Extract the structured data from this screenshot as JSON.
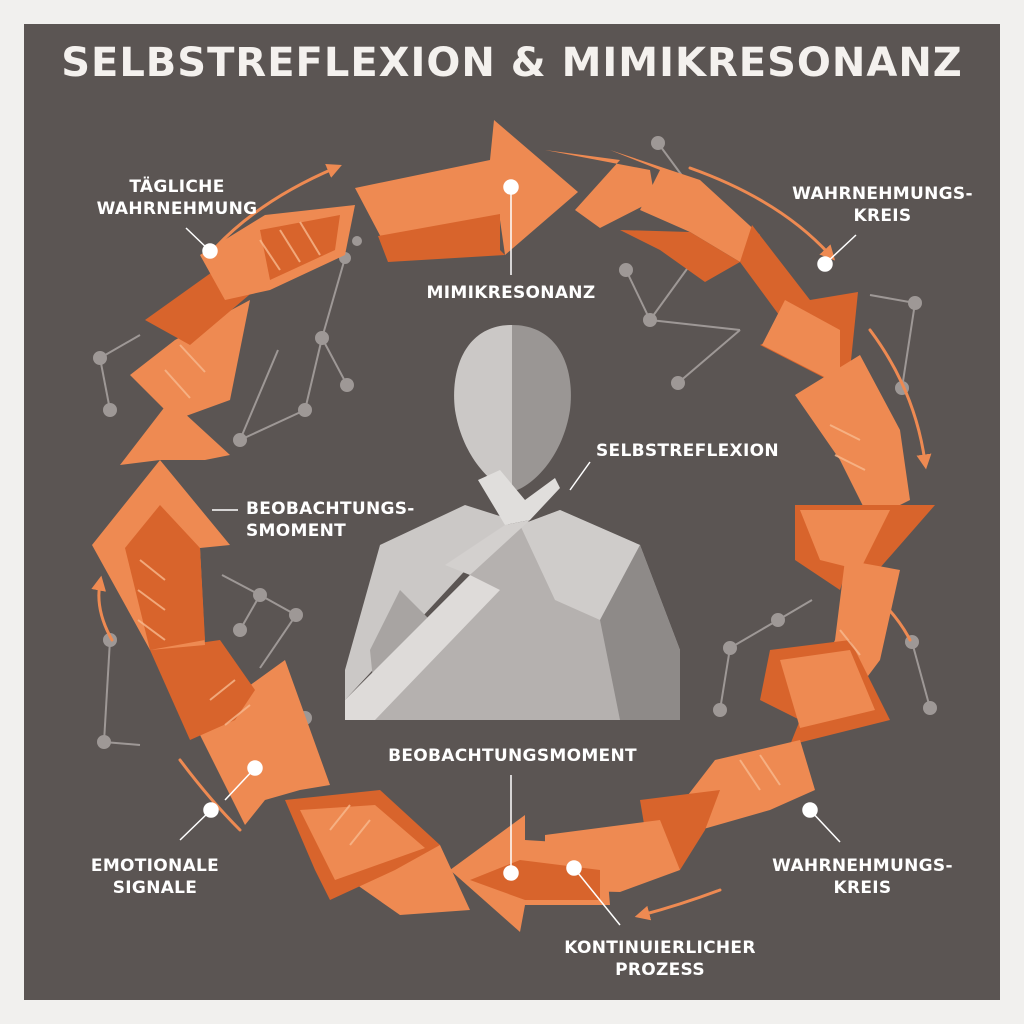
{
  "title": "SELBSTREFLEXION & MIMIKRESONANZ",
  "labels": {
    "taegliche": "TÄGLICHE\nWAHRNEHMUNG",
    "kreis_top": "WAHRNEHMUNGS-\nKREIS",
    "mimikresonanz": "MIMIKRESONANZ",
    "selbstreflexion": "SELBSTREFLEXION",
    "beob_left": "BEOBACHTUNGS-\nSMOMENT",
    "beob_center": "BEOBACHTUNGSMOMENT",
    "emotionale": "EMOTIONALE\nSIGNALE",
    "kreis_bottom": "WAHRNEHMUNGS-\nKREIS",
    "prozess": "KONTINUIERLICHER\nPROZESS"
  },
  "colors": {
    "background": "#5b5553",
    "arrow_light": "#ee8a52",
    "arrow_dark": "#d8642c",
    "figure_light": "#cbc8c6",
    "figure_dark": "#918d8b",
    "network": "#9e9896",
    "text": "#ffffff"
  },
  "icons": [
    "cycle-arrows",
    "person-thinking-figure",
    "network-nodes"
  ]
}
